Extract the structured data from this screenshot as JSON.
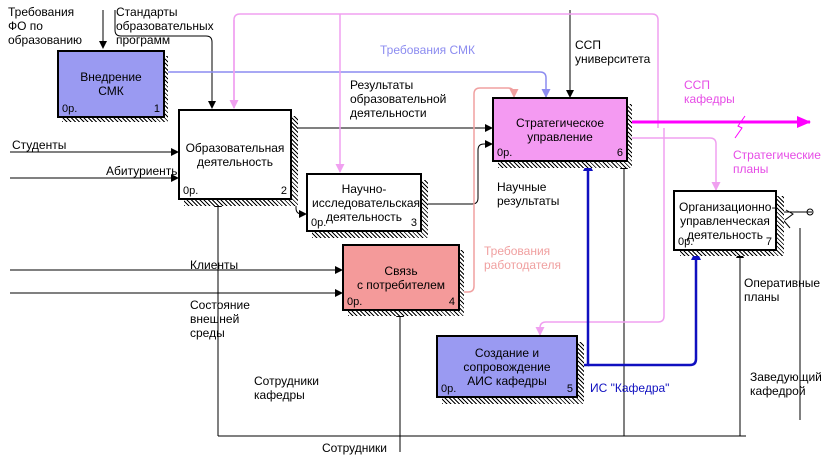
{
  "colors": {
    "blue_fill": "#9a9af2",
    "pink_fill": "#f49af2",
    "salmon_fill": "#f49a9a",
    "white_fill": "#ffffff",
    "blue_arrow": "#8c8cf0",
    "pink_arrow": "#f0a0f0",
    "magenta_arrow": "#ff00ff",
    "salmon_arrow": "#f0a0a0",
    "navy_arrow": "#1010c0",
    "black": "#000000"
  },
  "boxes": [
    {
      "id": "vnedrenie-smk",
      "title": "Внедрение\nСМК",
      "cost": "0р.",
      "num": "1"
    },
    {
      "id": "obrazovatelnaya",
      "title": "Образовательная\nдеятельность",
      "cost": "0р.",
      "num": "2"
    },
    {
      "id": "nauchno",
      "title": "Научно-\nисследовательская\nдеятельность",
      "cost": "0р.",
      "num": "3"
    },
    {
      "id": "svyaz",
      "title": "Связь\nс потребителем",
      "cost": "0р.",
      "num": "4"
    },
    {
      "id": "ais",
      "title": "Создание и\nсопровождение\nАИС кафедры",
      "cost": "0р.",
      "num": "5"
    },
    {
      "id": "strategicheskoe",
      "title": "Стратегическое\nуправление",
      "cost": "0р.",
      "num": "6"
    },
    {
      "id": "orgupr",
      "title": "Организационно-\nуправленческая\nдеятельность",
      "cost": "0р.",
      "num": "7"
    }
  ],
  "labels": {
    "trebovaniya_fo": "Требования\nФО по\nобразованию",
    "standarty": "Стандарты\nобразовательных\nпрограмм",
    "trebovaniya_smk": "Требования СМК",
    "ssp_univ": "ССП\nуниверситета",
    "ssp_kaf": "ССП\nкафедры",
    "rezultaty_obr": "Результаты\nобразовательной\nдеятельности",
    "studenty": "Студенты",
    "abiturienty": "Абитуриенты",
    "strat_plany": "Стратегические\nпланы",
    "nauchnye_rez": "Научные\nрезультаты",
    "trebovaniya_rab": "Требования\nработодателя",
    "klienty": "Клиенты",
    "sostoyanie": "Состояние\nвнешней\nсреды",
    "operativnye": "Оперативные\nпланы",
    "sotrudniki_kaf": "Сотрудники\nкафедры",
    "zaveduyushchiy": "Заведующий\nкафедрой",
    "is_kafedra": "ИС \"Кафедра\"",
    "sotrudniki": "Сотрудники"
  }
}
